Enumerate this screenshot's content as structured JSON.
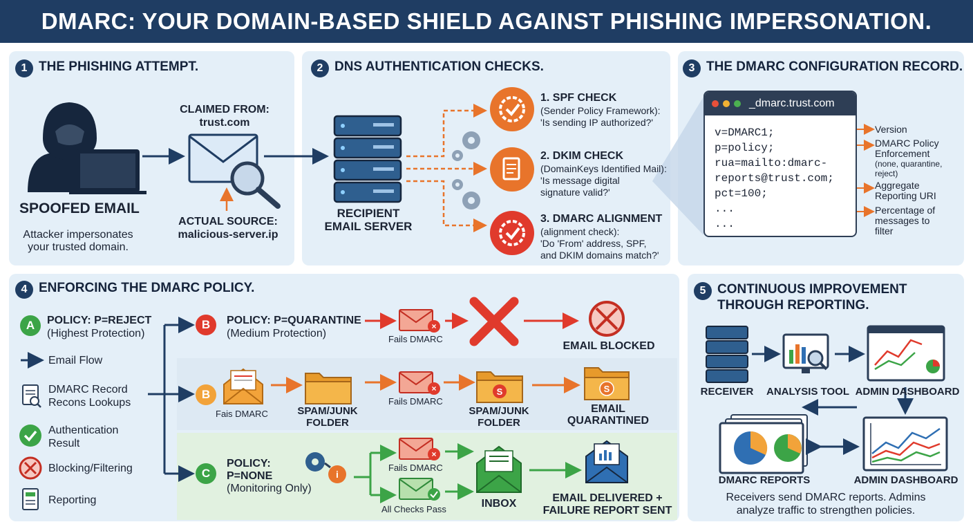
{
  "banner": {
    "title": "DMARC: YOUR DOMAIN-BASED SHIELD AGAINST PHISHING IMPERSONATION."
  },
  "panel1": {
    "number": "1",
    "title": "THE PHISHING ATTEMPT.",
    "attacker_label": "SPOOFED EMAIL",
    "attacker_desc_1": "Attacker impersonates",
    "attacker_desc_2": "your trusted domain.",
    "claimed_label": "CLAIMED FROM:",
    "claimed_value": "trust.com",
    "actual_label": "ACTUAL SOURCE:",
    "actual_value": "malicious-server.ip"
  },
  "panel2": {
    "number": "2",
    "title": "DNS AUTHENTICATION CHECKS.",
    "server_label_1": "RECIPIENT",
    "server_label_2": "EMAIL SERVER",
    "checks": [
      {
        "title": "1. SPF CHECK",
        "line1": "(Sender Policy Framework):",
        "line2": "'Is sending IP authorized?'",
        "line3": ""
      },
      {
        "title": "2. DKIM CHECK",
        "line1": "(DomainKeys Identified Mail):",
        "line2": "'Is message digital",
        "line3": "signature valid?'"
      },
      {
        "title": "3. DMARC ALIGNMENT",
        "line1": "(alignment check):",
        "line2": "'Do 'From' address, SPF,",
        "line3": "and DKIM domains match?'"
      }
    ]
  },
  "panel3": {
    "number": "3",
    "title": "THE DMARC CONFIGURATION RECORD.",
    "filename": "_dmarc.trust.com",
    "code_lines": [
      "v=DMARC1;",
      "p=policy;",
      "rua=mailto:dmarc-",
      "reports@trust.com;",
      "pct=100;",
      "...",
      "..."
    ],
    "annotations": [
      {
        "line1": "Version",
        "line2": "",
        "line3": ""
      },
      {
        "line1": "DMARC Policy",
        "line2": "Enforcement",
        "line3": "(none, quarantine,",
        "line4": "reject)"
      },
      {
        "line1": "Aggregate",
        "line2": "Reporting URI",
        "line3": ""
      },
      {
        "line1": "Percentage of",
        "line2": "messages to",
        "line3": "filter"
      }
    ]
  },
  "panel4": {
    "number": "4",
    "title": "ENFORCING THE DMARC POLICY.",
    "legend": {
      "policy_badge": "A",
      "policy_line1": "POLICY: P=REJECT",
      "policy_line2": "(Highest Protection)",
      "email_flow": "Email Flow",
      "record_line1": "DMARC Record",
      "record_line2": "Recons Lookups",
      "auth_line1": "Authentication",
      "auth_line2": "Result",
      "blocking": "Blocking/Filtering",
      "reporting": "Reporting"
    },
    "row1": {
      "badge": "B",
      "policy_line1": "POLICY: P=QUARANTINE",
      "policy_line2": "(Medium Protection)",
      "fails": "Fails DMARC",
      "result": "EMAIL BLOCKED"
    },
    "row2": {
      "badge": "B",
      "fails_left": "Fais DMARC",
      "folder1_line1": "SPAM/JUNK",
      "folder1_line2": "FOLDER",
      "fails_mid": "Fails DMARC",
      "folder2_line1": "SPAM/JUNK",
      "folder2_line2": "FOLDER",
      "result_line1": "EMAIL",
      "result_line2": "QUARANTINED"
    },
    "row3": {
      "badge": "C",
      "policy_line1": "POLICY:",
      "policy_line2": "P=NONE",
      "policy_line3": "(Monitoring Only)",
      "fails": "Fails DMARC",
      "pass": "All Checks Pass",
      "inbox": "INBOX",
      "result_line1": "EMAIL DELIVERED +",
      "result_line2": "FAILURE REPORT SENT"
    }
  },
  "panel5": {
    "number": "5",
    "title_line1": "CONTINUOUS IMPROVEMENT",
    "title_line2": "THROUGH REPORTING.",
    "receiver": "RECEIVER",
    "analysis": "ANALYSIS TOOL",
    "admin_top": "ADMIN DASHBOARD",
    "reports": "DMARC REPORTS",
    "admin_bottom": "ADMIN DASHBOARD",
    "desc_1": "Receivers send DMARC reports. Admins",
    "desc_2": "analyze traffic to strengthen policies."
  },
  "colors": {
    "navy": "#1f3d63",
    "orange": "#e8742b",
    "red": "#e03a2c",
    "green": "#3ca447",
    "panel": "#e4eff8"
  }
}
